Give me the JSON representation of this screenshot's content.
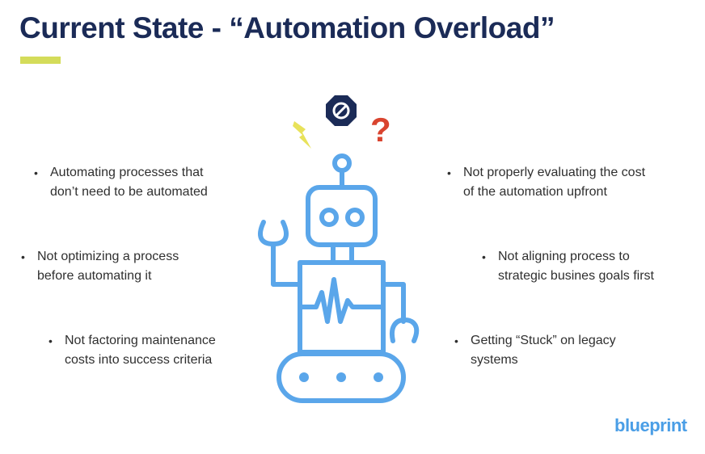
{
  "slide": {
    "title": "Current State  - “Automation Overload”",
    "accent_color": "#d4dc5a",
    "title_color": "#1b2b57"
  },
  "bullets_left": [
    {
      "line1": "Automating processes that",
      "line2": "don’t need to be automated"
    },
    {
      "line1": "Not optimizing a process",
      "line2": "before automating it"
    },
    {
      "line1": "Not factoring maintenance",
      "line2": "costs into success criteria"
    }
  ],
  "bullets_right": [
    {
      "line1": "Not properly evaluating the cost",
      "line2": "of the automation upfront"
    },
    {
      "line1": "Not aligning process to",
      "line2": "strategic busines goals first"
    },
    {
      "line1": "Getting “Stuck” on legacy",
      "line2": "systems"
    }
  ],
  "bullet_glyph": "•",
  "illustration": {
    "robot_color": "#5aa6ea",
    "lightning_color": "#e8e25a",
    "stop_sign_color": "#1b2b57",
    "question_mark": "?",
    "question_color": "#d9442f"
  },
  "brand": {
    "logo_text": "blueprint",
    "color": "#4a9ee6"
  }
}
